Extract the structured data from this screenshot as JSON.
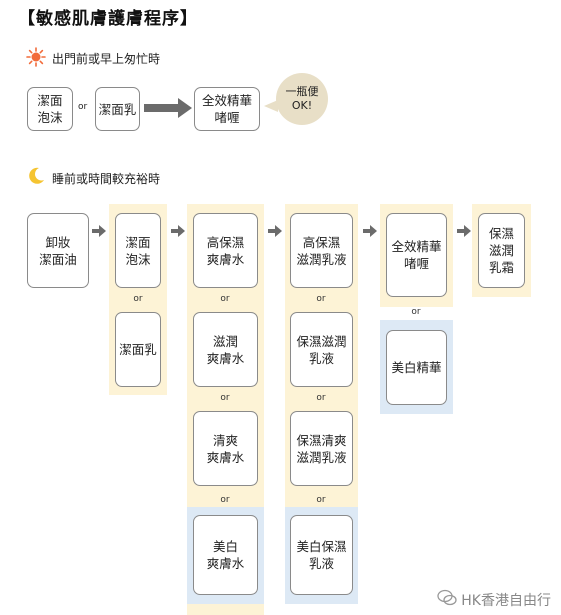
{
  "title": "【敏感肌膚護膚程序】",
  "morning": {
    "label": "出門前或早上匆忙時",
    "cleanser_foam": "潔面\n泡沫",
    "or": "or",
    "cleanser_milk": "潔面乳",
    "serum": "全效精華\n啫喱",
    "bubble_line1": "一瓶便",
    "bubble_line2": "OK!"
  },
  "night": {
    "label": "睡前或時間較充裕時",
    "makeup_remover": "卸妝\n潔面油",
    "col1": [
      "潔面\n泡沫",
      "潔面乳"
    ],
    "col2": [
      "高保濕\n爽膚水",
      "滋潤\n爽膚水",
      "清爽\n爽膚水",
      "美白\n爽膚水"
    ],
    "col3": [
      "高保濕\n滋潤乳液",
      "保濕滋潤\n乳液",
      "保濕清爽\n滋潤乳液",
      "美白保濕\n乳液"
    ],
    "col4": [
      "全效精華\n啫喱",
      "美白精華"
    ],
    "col5": [
      "保濕\n滋潤\n乳霜"
    ],
    "or": "or"
  },
  "watermark": "HK香港自由行",
  "icons": {
    "morning": "sun-icon",
    "night": "moon-icon",
    "watermark": "wechat-icon"
  },
  "colors": {
    "band_yellow": "#fdf3d6",
    "band_blue": "#dde9f5",
    "sun": "#f26b3a",
    "moon": "#f5c431",
    "arrow": "#6b6b6b"
  }
}
